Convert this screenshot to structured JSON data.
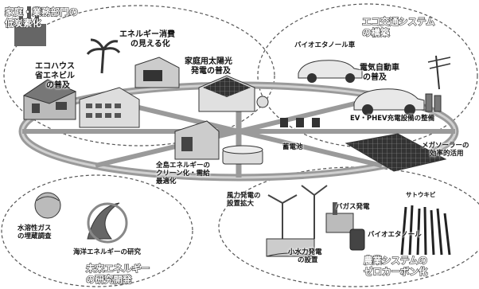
{
  "sections": {
    "household": {
      "line1": "家庭・業務部門の",
      "line2": "低炭素化"
    },
    "transport": {
      "line1": "エコ交通システム",
      "line2": "の構築"
    },
    "future": {
      "line1": "未来エネルギー",
      "line2": "の研究開発"
    },
    "agri": {
      "line1": "農業システムの",
      "line2": "ゼロカーボン化"
    }
  },
  "labels": {
    "visualize": {
      "line1": "エネルギー消費",
      "line2": "の見える化"
    },
    "ecohouse": {
      "line1": "エコハウス",
      "line2": "省エネビル",
      "line3": "の普及"
    },
    "solar_home": {
      "line1": "家庭用太陽光",
      "line2": "発電の普及"
    },
    "bioethanol_car": "バイオエタノール車",
    "ev": {
      "line1": "電気自動車",
      "line2": "の普及"
    },
    "ev_charge": "EV・PHEV充電設備の整備",
    "mega_solar": {
      "line1": "メガソーラーの",
      "line2": "効率的活用"
    },
    "battery": "蓄電池",
    "island": {
      "line1": "全島エネルギーの",
      "line2": "クリーン化・需給",
      "line3": "最適化"
    },
    "wind": {
      "line1": "風力発電の",
      "line2": "設置拡大"
    },
    "bagasse": "バガス発電",
    "sugarcane": "サトウキビ",
    "bioethanol": "バイオエタノール",
    "hydro": {
      "line1": "小水力発電",
      "line2": "の設置"
    },
    "gas": {
      "line1": "水溶性ガス",
      "line2": "の埋蔵調査"
    },
    "ocean": "海洋エネルギーの研究"
  },
  "colors": {
    "ring": "#888888",
    "ellipse": "#555555",
    "header_stroke": "#333333"
  }
}
